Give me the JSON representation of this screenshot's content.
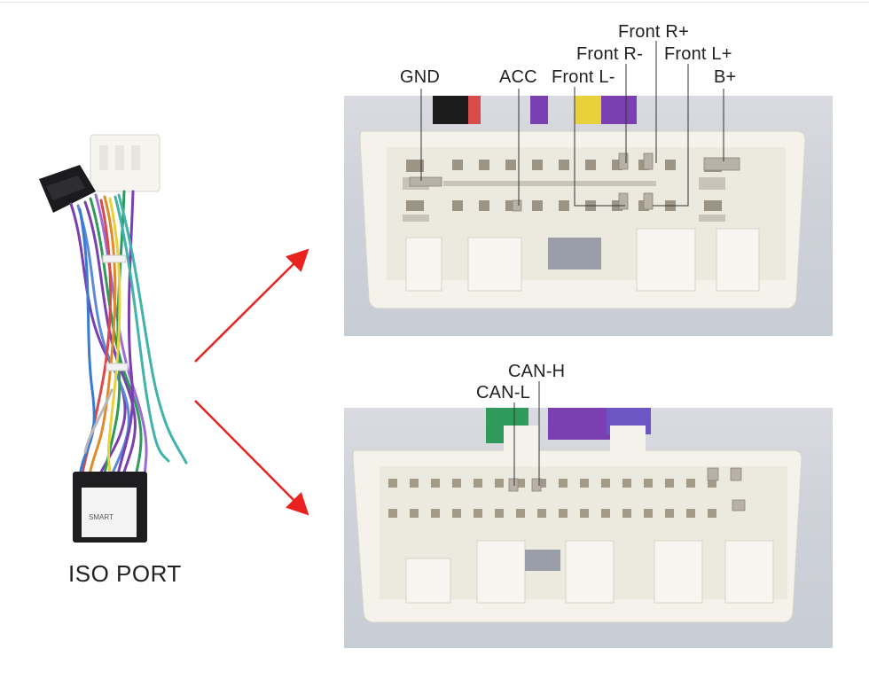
{
  "iso_port_label": "ISO PORT",
  "top_connector": {
    "pins": {
      "gnd": "GND",
      "acc": "ACC",
      "front_l_minus": "Front L-",
      "front_r_minus": "Front R-",
      "front_r_plus": "Front R+",
      "front_l_plus": "Front L+",
      "b_plus": "B+"
    }
  },
  "bottom_connector": {
    "pins": {
      "can_h": "CAN-H",
      "can_l": "CAN-L"
    }
  },
  "adapter_box_text": "SMART",
  "colors": {
    "arrow": "#e8231f",
    "leader_line": "#333333",
    "connector_plastic": "#f4f2ea",
    "pin_metal": "#b8b2a6"
  }
}
